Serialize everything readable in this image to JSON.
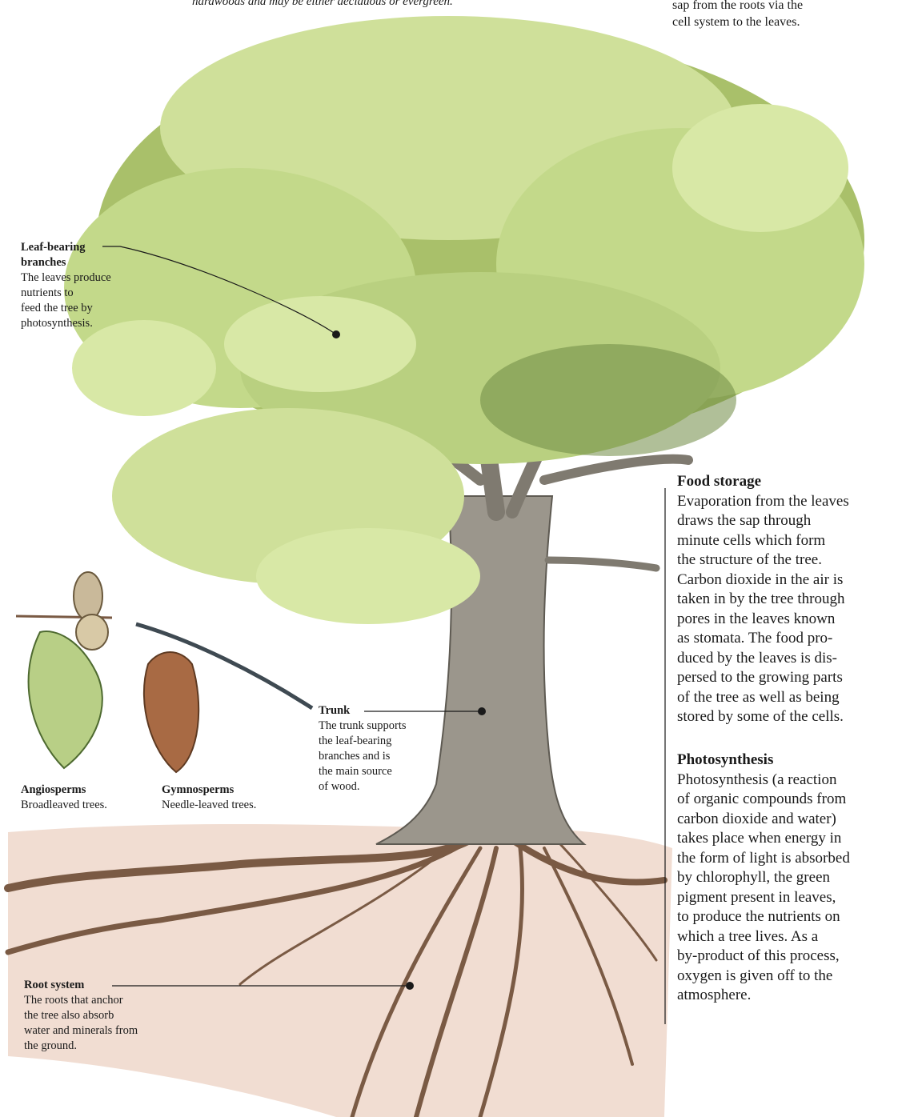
{
  "top_caption": "hardwoods and may be either deciduous or evergreen.",
  "top_right_fragment": [
    "sap from the roots via the",
    "cell system to the leaves."
  ],
  "labels": {
    "leaf_branches": {
      "title": [
        "Leaf-bearing",
        "branches"
      ],
      "text": [
        "The leaves produce",
        "nutrients to",
        "feed the tree by",
        "photosynthesis."
      ]
    },
    "trunk": {
      "title": "Trunk",
      "text": [
        "The trunk supports",
        "the leaf-bearing",
        "branches and is",
        "the main source",
        "of wood."
      ]
    },
    "root_system": {
      "title": "Root system",
      "text": [
        "The roots that anchor",
        "the tree also absorb",
        "water and minerals from",
        "the ground."
      ]
    },
    "angiosperms": {
      "title": "Angiosperms",
      "text": "Broadleaved trees."
    },
    "gymnosperms": {
      "title": "Gymnosperms",
      "text": "Needle-leaved trees."
    }
  },
  "food_storage": {
    "title": "Food storage",
    "lines": [
      "Evaporation from the leaves",
      "draws the sap through",
      "minute cells which form",
      "the structure of the tree.",
      "Carbon dioxide in the air is",
      "taken in by the tree through",
      "pores in the leaves known",
      "as stomata. The food pro-",
      "duced by the leaves is dis-",
      "persed to the growing parts",
      "of the tree as well as being",
      "stored by some of the cells."
    ]
  },
  "photosynthesis": {
    "title": "Photosynthesis",
    "lines": [
      "Photosynthesis (a reaction",
      "of organic compounds from",
      "carbon dioxide and water)",
      "takes place when energy in",
      "the form of light is absorbed",
      "by chlorophyll, the green",
      "pigment present in leaves,",
      "to produce the nutrients on",
      "which a tree lives. As a",
      "by-product of this process,",
      "oxygen is given off to the",
      "atmosphere."
    ]
  },
  "colors": {
    "foliage_light": "#d8e8a6",
    "foliage_mid": "#a9c06a",
    "foliage_dark": "#6f8a43",
    "bark": "#8f8a80",
    "soil": "#f1ddd2",
    "root": "#7a5a44"
  }
}
